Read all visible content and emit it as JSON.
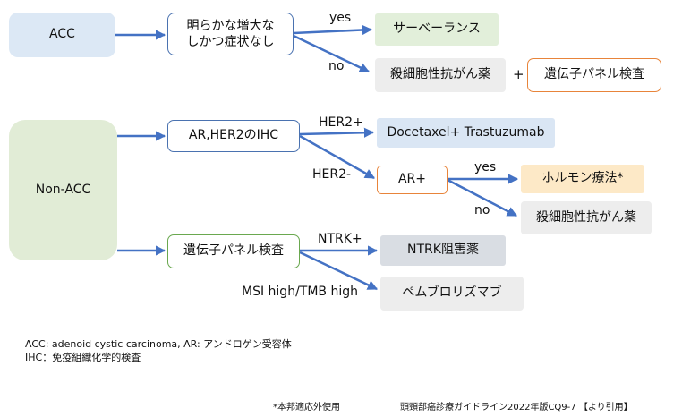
{
  "colors": {
    "acc_fill": "#dce8f5",
    "nonacc_fill": "#e1ecd6",
    "green_fill": "#e2efda",
    "gray_fill": "#ededed",
    "blue_fill": "#dae6f4",
    "drug_gray": "#d9dde3",
    "peach_fill": "#fde9c7",
    "blue_border": "#4a72b0",
    "green_border": "#6aa84f",
    "orange_border": "#e8843a",
    "arrow": "#4472c4"
  },
  "nodes": {
    "acc": "ACC",
    "non_acc": "Non-ACC",
    "no_enlarge": [
      "明らかな増大な",
      "しかつ症状なし"
    ],
    "surveillance": "サーベーランス",
    "chemo_1": "殺細胞性抗がん薬",
    "plus": "+",
    "gene_panel_box": "遺伝子パネル検査",
    "ar_her2_ihc": "AR,HER2のIHC",
    "docetaxel": "Docetaxel+ Trastuzumab",
    "ar_plus": "AR+",
    "hormone": "ホルモン療法*",
    "chemo_2": "殺細胞性抗がん薬",
    "gene_panel": "遺伝子パネル検査",
    "ntrk_inhibitor": "NTRK阻害薬",
    "pembrolizumab": "ペムブロリズマブ"
  },
  "edge_labels": {
    "yes_1": "yes",
    "no_1": "no",
    "her2_plus": "HER2+",
    "her2_minus": "HER2-",
    "yes_2": "yes",
    "no_2": "no",
    "ntrk_plus": "NTRK+",
    "msi_high": "MSI high/TMB high"
  },
  "footnotes": {
    "abbrev_1": "ACC: adenoid cystic carcinoma, AR: アンドロゲン受容体",
    "abbrev_2": "IHC：免疫組織化学的検査",
    "off_label": "*本邦適応外使用",
    "source": "頭頸部癌診療ガイドライン2022年版CQ9-7 【より引用】"
  }
}
